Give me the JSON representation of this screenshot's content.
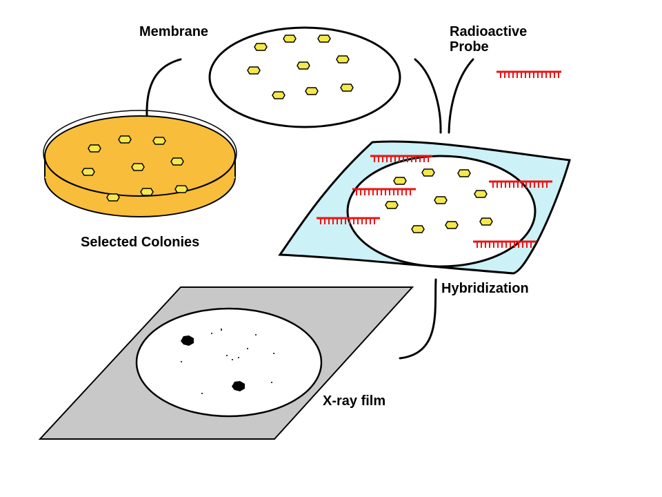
{
  "labels": {
    "membrane": "Membrane",
    "probe_line1": "Radioactive",
    "probe_line2": "Probe",
    "colonies": "Selected Colonies",
    "hybridization": "Hybridization",
    "xray": "X-ray film"
  },
  "colors": {
    "colony": "#f5e84a",
    "agar": "#f7bd3b",
    "membrane_sheet": "#ccf1f6",
    "probe": "#ee1111",
    "film": "#c8c8c8",
    "outline": "#000000"
  },
  "icons": {
    "petri_dish": "petri-dish-icon",
    "membrane": "membrane-disc-icon",
    "probe": "dna-probe-icon",
    "film": "xray-film-icon"
  }
}
